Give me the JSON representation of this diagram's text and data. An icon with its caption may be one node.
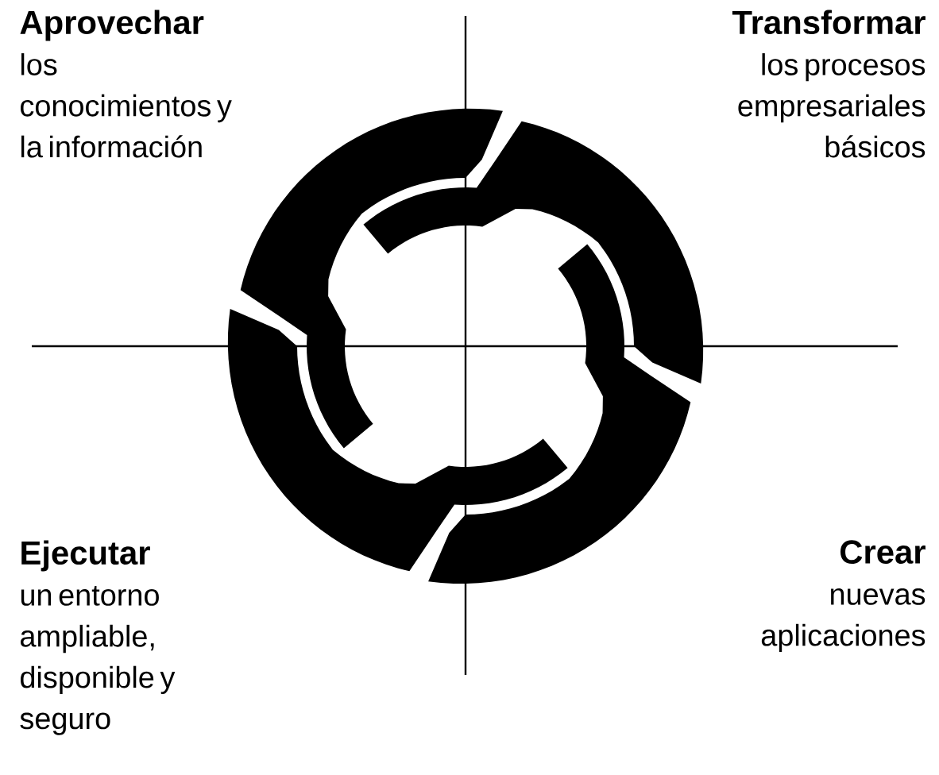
{
  "diagram": {
    "nodes": [
      {
        "text": [
          "Aprovechar",
          "los conocimientos y la información"
        ]
      },
      {
        "text": [
          "Transformar",
          "los procesos empresariales básicos"
        ]
      },
      {
        "text": [
          "Ejecutar",
          "un entorno ampliable, disponible y seguro"
        ]
      },
      {
        "text": [
          "Crear",
          "nuevas aplicaciones"
        ]
      }
    ]
  }
}
